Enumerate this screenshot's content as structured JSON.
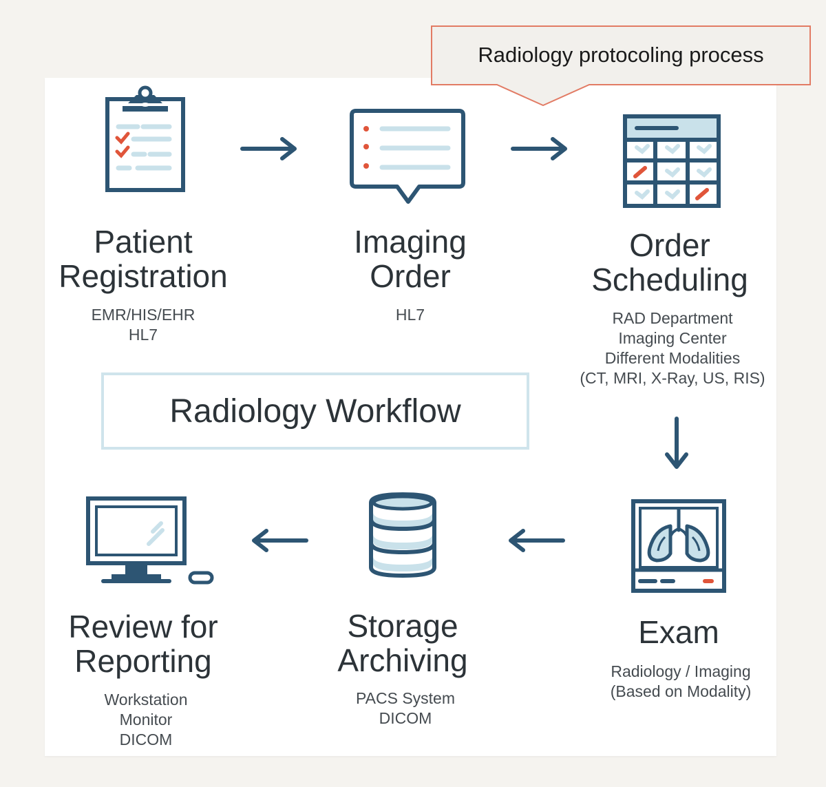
{
  "callout": {
    "text": "Radiology protocoling process",
    "border_color": "#e27b64",
    "fill_color": "#f2f0ec"
  },
  "center_label": "Radiology Workflow",
  "colors": {
    "navy": "#2d5573",
    "light_blue": "#c9e1ea",
    "accent_orange": "#e0553a",
    "text_dark": "#2c3338"
  },
  "steps": [
    {
      "icon": "clipboard-icon",
      "title": [
        "Patient",
        "Registration"
      ],
      "subtitle": [
        "EMR/HIS/EHR",
        "HL7"
      ]
    },
    {
      "icon": "speech-bubble-list-icon",
      "title": [
        "Imaging",
        "Order"
      ],
      "subtitle": [
        "HL7"
      ]
    },
    {
      "icon": "calendar-icon",
      "title": [
        "Order",
        "Scheduling"
      ],
      "subtitle": [
        "RAD Department",
        "Imaging Center",
        "Different Modalities",
        "(CT, MRI, X-Ray, US, RIS)"
      ]
    },
    {
      "icon": "lungs-xray-icon",
      "title": [
        "Exam"
      ],
      "subtitle": [
        "Radiology / Imaging",
        "(Based on Modality)"
      ]
    },
    {
      "icon": "database-icon",
      "title": [
        "Storage",
        "Archiving"
      ],
      "subtitle": [
        "PACS System",
        "DICOM"
      ]
    },
    {
      "icon": "monitor-icon",
      "title": [
        "Review for",
        "Reporting"
      ],
      "subtitle": [
        "Workstation",
        "Monitor",
        "DICOM"
      ]
    }
  ]
}
